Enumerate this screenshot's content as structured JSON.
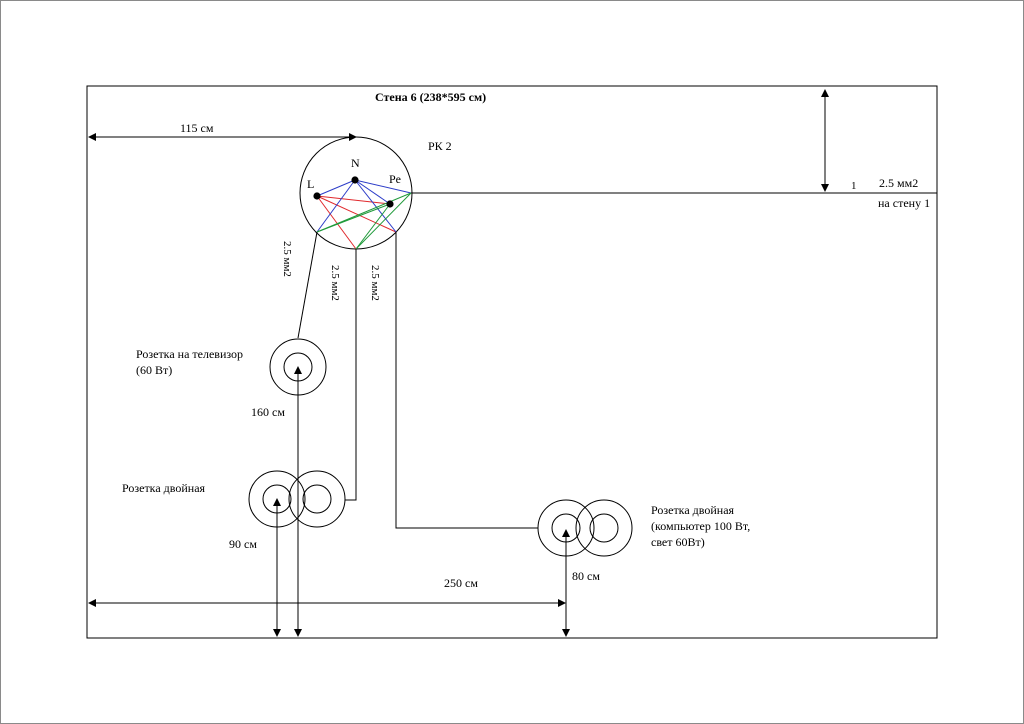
{
  "title": "Стена 6 (238*595 см)",
  "panel": {
    "name": "РК 2",
    "terminals": {
      "l": "L",
      "n": "N",
      "pe": "Pe"
    }
  },
  "outgoing": {
    "cable_count": "1",
    "cable_section": "2.5 мм2",
    "destination": "на стену 1"
  },
  "cables": {
    "section_1": "2.5 мм2",
    "section_2": "2.5 мм2",
    "section_3": "2.5 мм2"
  },
  "sockets": {
    "tv": {
      "line1": "Розетка на телевизор",
      "line2": "(60 Вт)"
    },
    "double_left": {
      "line1": "Розетка двойная"
    },
    "double_right": {
      "line1": "Розетка двойная",
      "line2": "(компьютер 100 Вт,",
      "line3": "свет 60Вт)"
    }
  },
  "dimensions": {
    "panel_offset": "115 см",
    "tv_height": "160 см",
    "double_left_height": "90 см",
    "double_right_offset": "250 см",
    "double_right_height": "80 см"
  },
  "colors": {
    "line": "#000000",
    "wire_red": "#e0282c",
    "wire_blue": "#2c3cc8",
    "wire_green": "#1f9a3a"
  }
}
